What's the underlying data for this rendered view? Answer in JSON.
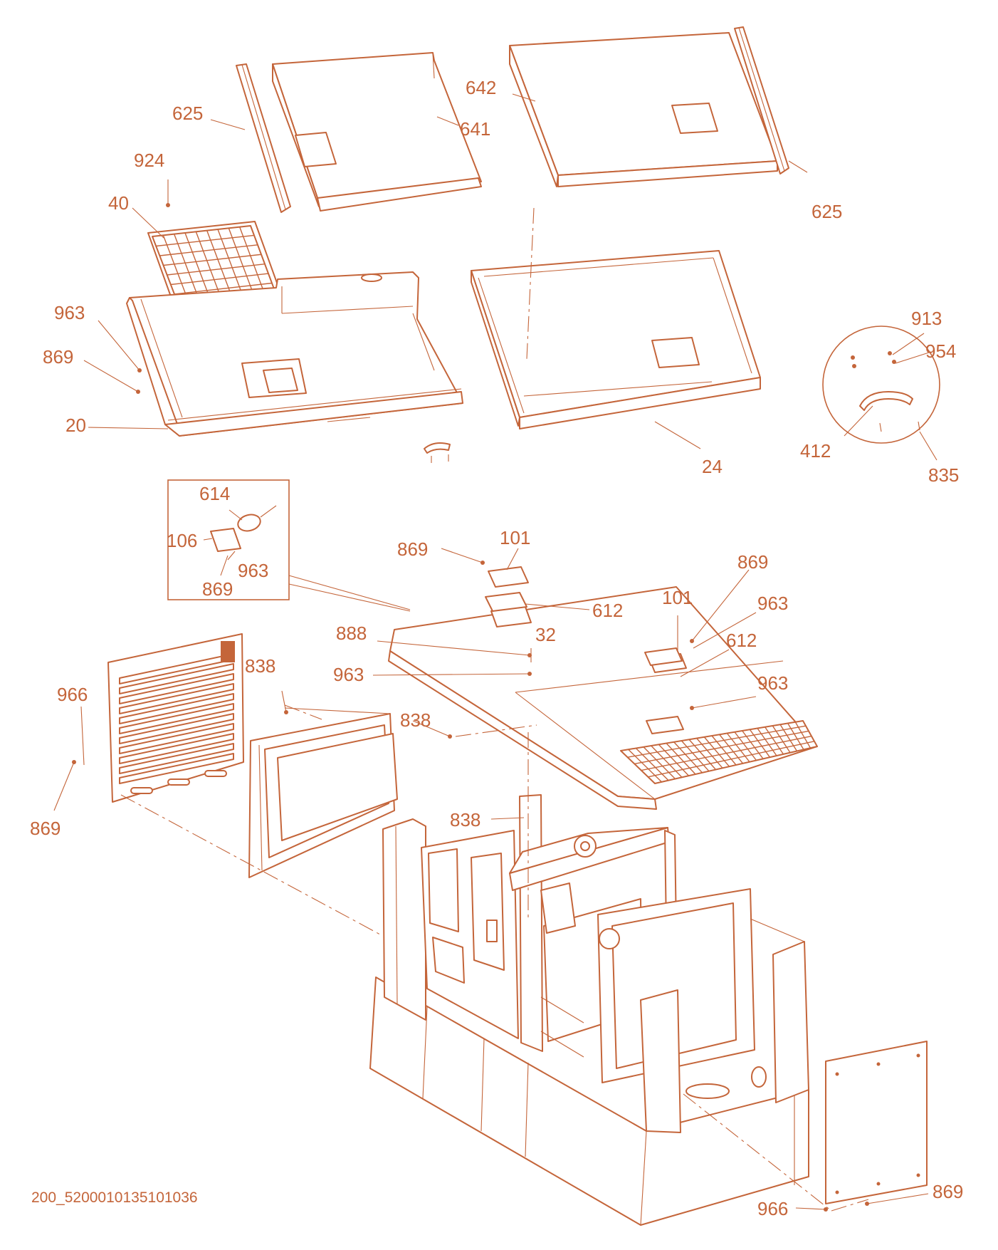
{
  "diagram": {
    "drawing_code": "200_5200010135101036",
    "colors": {
      "line": "#c4653a",
      "background": "#ffffff"
    },
    "callouts": {
      "c625a": "625",
      "c625b": "625",
      "c641": "641",
      "c642": "642",
      "c924": "924",
      "c40": "40",
      "c963a": "963",
      "c869a": "869",
      "c20": "20",
      "c24": "24",
      "c913": "913",
      "c954": "954",
      "c412": "412",
      "c835": "835",
      "c614": "614",
      "c106": "106",
      "c963b": "963",
      "c869b": "869",
      "c869c": "869",
      "c101a": "101",
      "c612a": "612",
      "c888": "888",
      "c32": "32",
      "c963c": "963",
      "c838a": "838",
      "c838b": "838",
      "c838c": "838",
      "c869d": "869",
      "c101b": "101",
      "c963d": "963",
      "c612b": "612",
      "c963e": "963",
      "c966a": "966",
      "c869e": "869",
      "c966b": "966",
      "c869f": "869"
    }
  }
}
